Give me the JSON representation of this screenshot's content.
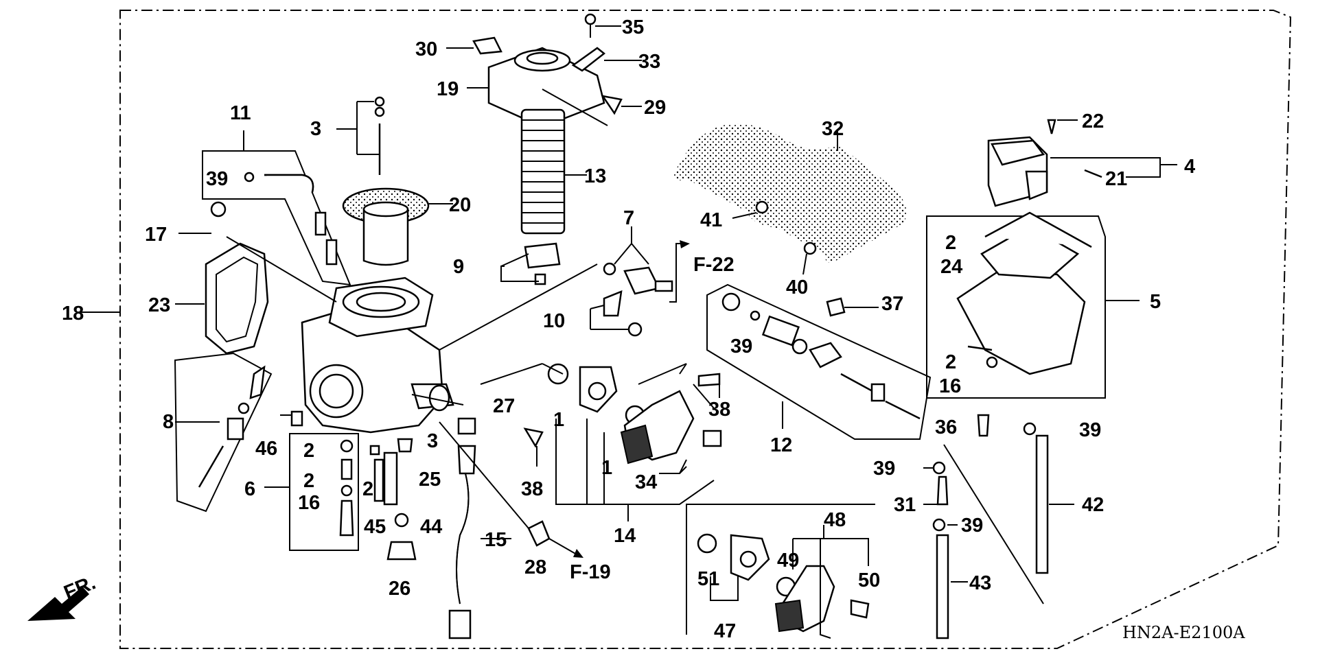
{
  "diagram": {
    "code": "HN2A-E2100A",
    "front_label": "FR.",
    "refs": {
      "f22": "F-22",
      "f19": "F-19"
    },
    "callouts": {
      "c1a": "1",
      "c1b": "1",
      "c2a": "2",
      "c2b": "2",
      "c2c": "2",
      "c2d": "2",
      "c2e": "2",
      "c3a": "3",
      "c3b": "3",
      "c4": "4",
      "c5": "5",
      "c6": "6",
      "c7": "7",
      "c8": "8",
      "c9": "9",
      "c10": "10",
      "c11": "11",
      "c12": "12",
      "c13": "13",
      "c14": "14",
      "c15": "15",
      "c16a": "16",
      "c16b": "16",
      "c17": "17",
      "c18": "18",
      "c19": "19",
      "c20": "20",
      "c21": "21",
      "c22": "22",
      "c23": "23",
      "c24": "24",
      "c25": "25",
      "c26": "26",
      "c27": "27",
      "c28": "28",
      "c29": "29",
      "c30": "30",
      "c31": "31",
      "c32": "32",
      "c33": "33",
      "c34": "34",
      "c35": "35",
      "c36": "36",
      "c37": "37",
      "c38a": "38",
      "c38b": "38",
      "c39a": "39",
      "c39b": "39",
      "c39c": "39",
      "c39d": "39",
      "c39e": "39",
      "c40": "40",
      "c41": "41",
      "c42": "42",
      "c43": "43",
      "c44": "44",
      "c45": "45",
      "c46": "46",
      "c47": "47",
      "c48": "48",
      "c49": "49",
      "c50": "50",
      "c51": "51"
    }
  }
}
